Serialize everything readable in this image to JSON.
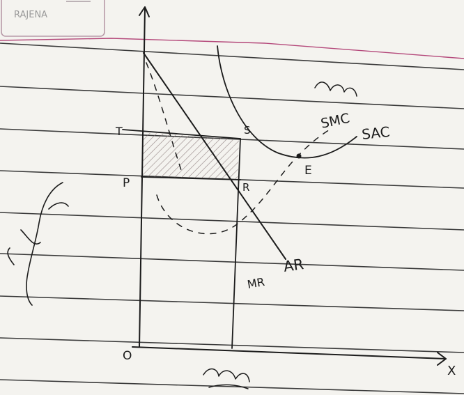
{
  "stamp": {
    "text": "RAJENA"
  },
  "labels": {
    "origin": "O",
    "y_price_upper": "T",
    "y_price_lower": "P",
    "point_s": "S",
    "point_r": "R",
    "point_e": "E",
    "smc": "SMC",
    "sac": "SAC",
    "ar": "AR",
    "mr": "MR",
    "x_axis_end": "X"
  },
  "colors": {
    "paper": "#f4f3ef",
    "ink": "#1b1b1b",
    "rule": "#3a3a3a",
    "margin": "#b4487a",
    "e_ink": "#1f3d8a",
    "hatch": "#8a7a7a"
  }
}
